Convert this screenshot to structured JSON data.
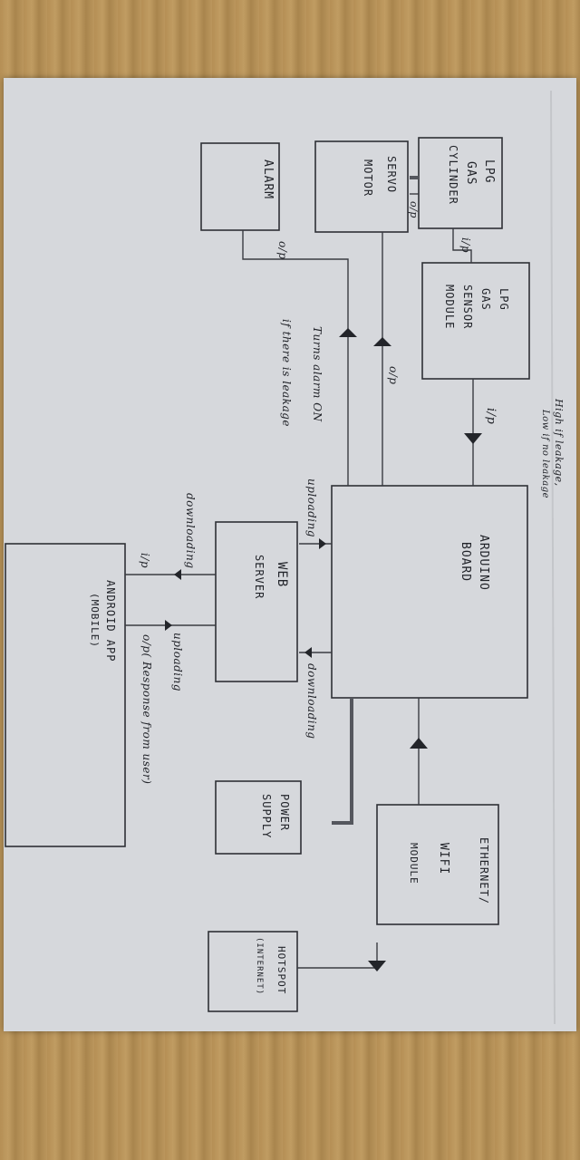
{
  "blocks": {
    "lpg_cylinder": {
      "line1": "LPG",
      "line2": "GAS",
      "line3": "CYLINDER"
    },
    "servo_motor": {
      "line1": "SERVO",
      "line2": "MOTOR"
    },
    "alarm": {
      "label": "ALARM"
    },
    "gas_sensor": {
      "line1": "LPG",
      "line2": "GAS",
      "line3": "SENSOR",
      "line4": "MODULE"
    },
    "arduino": {
      "line1": "ARDUINO",
      "line2": "BOARD"
    },
    "web_server": {
      "line1": "WEB",
      "line2": "SERVER"
    },
    "android_app": {
      "line1": "ANDROID APP",
      "line2": "(MOBILE)"
    },
    "power_supply": {
      "line1": "POWER",
      "line2": "SUPPLY"
    },
    "ethernet_wifi": {
      "line1": "ETHERNET/",
      "line2": "WIFI",
      "line3": "MODULE"
    },
    "hotspot": {
      "line1": "HOTSPOT",
      "line2": "(INTERNET)"
    }
  },
  "labels": {
    "cylinder_to_sensor": "i/p",
    "servo_to_cylinder": "o/p",
    "alarm_input": "o/p",
    "sensor_out": "o/p",
    "arduino_in": "i/p",
    "leak_note_1": "High if leakage,",
    "leak_note_2": "Low if no leakage",
    "alarm_note_1": "Turns alarm ON",
    "alarm_note_2": "if there is leakage",
    "uploading_1": "uploading",
    "downloading_1": "downloading",
    "downloading_2": "downloading",
    "uploading_2": "uploading",
    "app_in": "i/p",
    "app_out": "o/p( Response from user)"
  }
}
